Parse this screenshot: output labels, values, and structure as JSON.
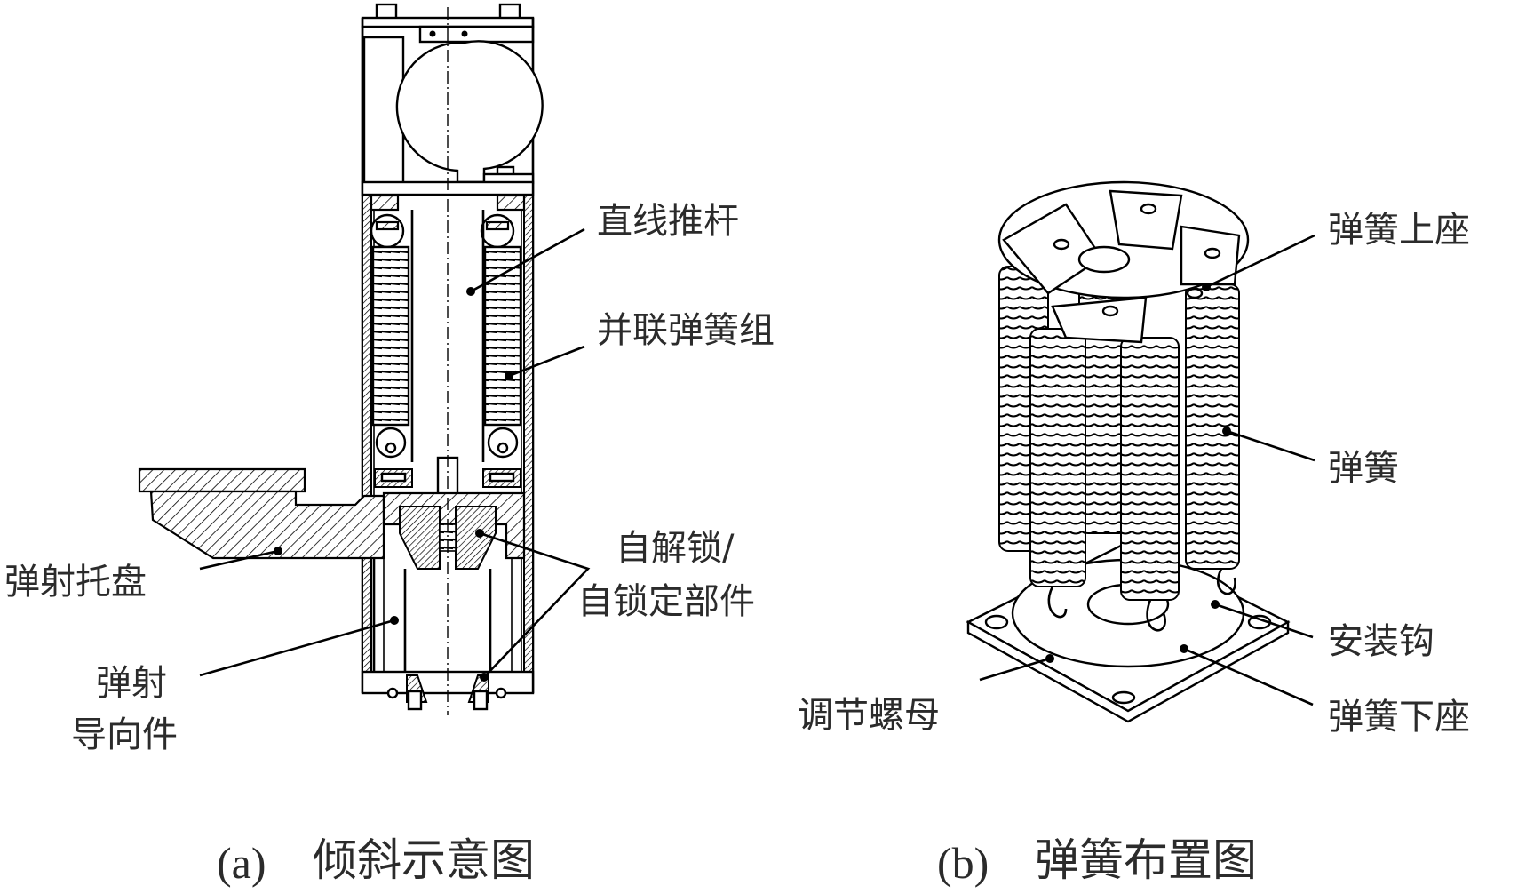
{
  "figure_a": {
    "caption_letter": "(a)",
    "caption_text": "倾斜示意图",
    "labels": {
      "linear_pushrod": "直线推杆",
      "parallel_spring_group": "并联弹簧组",
      "ejection_tray": "弹射托盘",
      "self_unlock_line1": "自解锁/",
      "self_unlock_line2": "自锁定部件",
      "ejection_guide_line1": "弹射",
      "ejection_guide_line2": "导向件"
    }
  },
  "figure_b": {
    "caption_letter": "(b)",
    "caption_text": "弹簧布置图",
    "labels": {
      "spring_upper_seat": "弹簧上座",
      "spring": "弹簧",
      "mounting_hook": "安装钩",
      "spring_lower_seat": "弹簧下座",
      "adjusting_nut": "调节螺母"
    }
  },
  "colors": {
    "ink": "#000000",
    "text": "#2b2b2b",
    "background": "#ffffff"
  }
}
